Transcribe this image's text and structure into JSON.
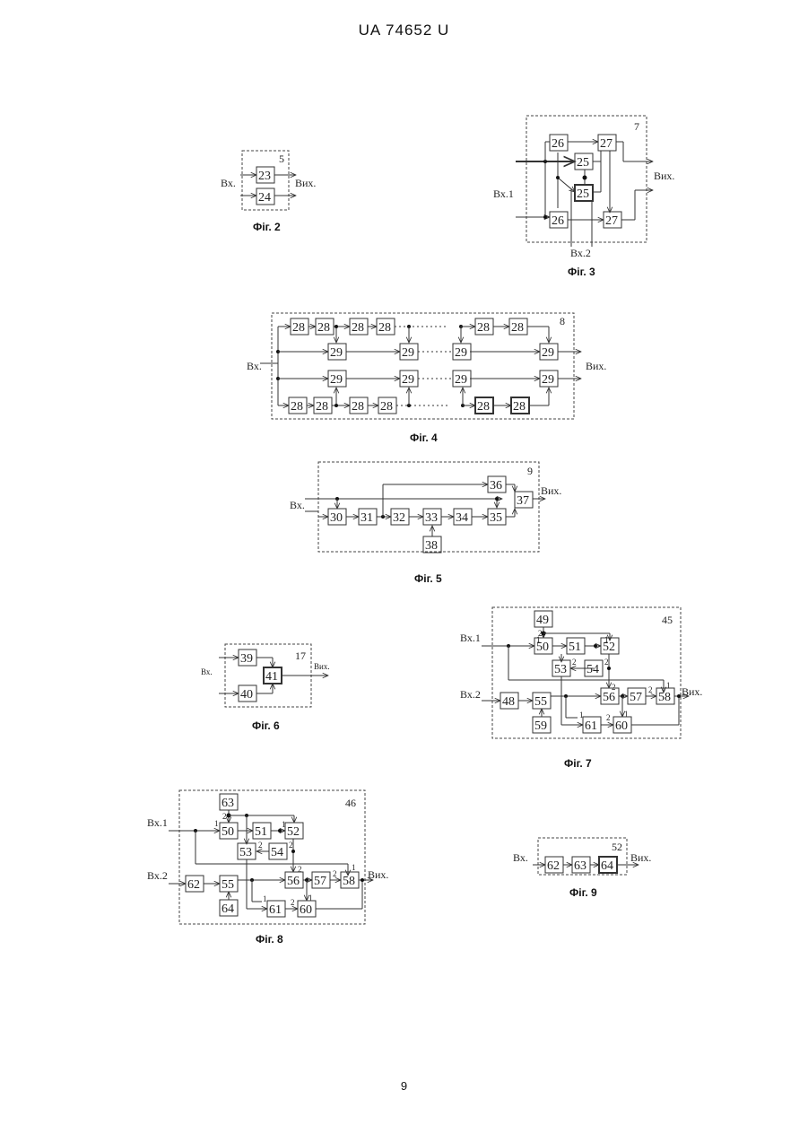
{
  "header": "UA 74652 U",
  "page_number": "9",
  "figures": {
    "fig2": {
      "caption": "Фіг. 2",
      "module": "5",
      "input": "Вх.",
      "output": "Вих.",
      "blocks": [
        "23",
        "24"
      ]
    },
    "fig3": {
      "caption": "Фіг. 3",
      "module": "7",
      "input1": "Вх.1",
      "input2": "Вх.2",
      "output": "Вих.",
      "blocks": [
        "26",
        "27",
        "25",
        "25",
        "26",
        "27"
      ]
    },
    "fig4": {
      "caption": "Фіг. 4",
      "module": "8",
      "input": "Вх.",
      "output": "Вих.",
      "top_row": [
        "28",
        "28",
        "28",
        "28",
        "28",
        "28"
      ],
      "bottom_row": [
        "28",
        "28",
        "28",
        "28",
        "28",
        "28"
      ],
      "upper_mid": [
        "29",
        "29",
        "29",
        "29"
      ],
      "lower_mid": [
        "29",
        "29",
        "29",
        "29"
      ]
    },
    "fig5": {
      "caption": "Фіг. 5",
      "module": "9",
      "input": "Вх.",
      "output": "Вих.",
      "chain": [
        "30",
        "31",
        "32",
        "33",
        "34",
        "35"
      ],
      "others": [
        "36",
        "37",
        "38"
      ]
    },
    "fig6": {
      "caption": "Фіг. 6",
      "module": "17",
      "input": "Вх.",
      "output": "Вих.",
      "blocks": [
        "39",
        "40",
        "41"
      ]
    },
    "fig7": {
      "caption": "Фіг. 7",
      "module": "45",
      "input1": "Вх.1",
      "input2": "Вх.2",
      "output": "Вих.",
      "blocks": [
        "49",
        "50",
        "51",
        "52",
        "53",
        "54",
        "48",
        "55",
        "56",
        "57",
        "58",
        "59",
        "61",
        "60"
      ]
    },
    "fig8": {
      "caption": "Фіг. 8",
      "module": "46",
      "input1": "Вх.1",
      "input2": "Вх.2",
      "output": "Вих.",
      "blocks": [
        "63",
        "50",
        "51",
        "52",
        "53",
        "54",
        "62",
        "55",
        "56",
        "57",
        "58",
        "64",
        "61",
        "60"
      ]
    },
    "fig9": {
      "caption": "Фіг. 9",
      "module": "52",
      "input": "Вх.",
      "output": "Вих.",
      "blocks": [
        "62",
        "63",
        "64"
      ]
    }
  }
}
